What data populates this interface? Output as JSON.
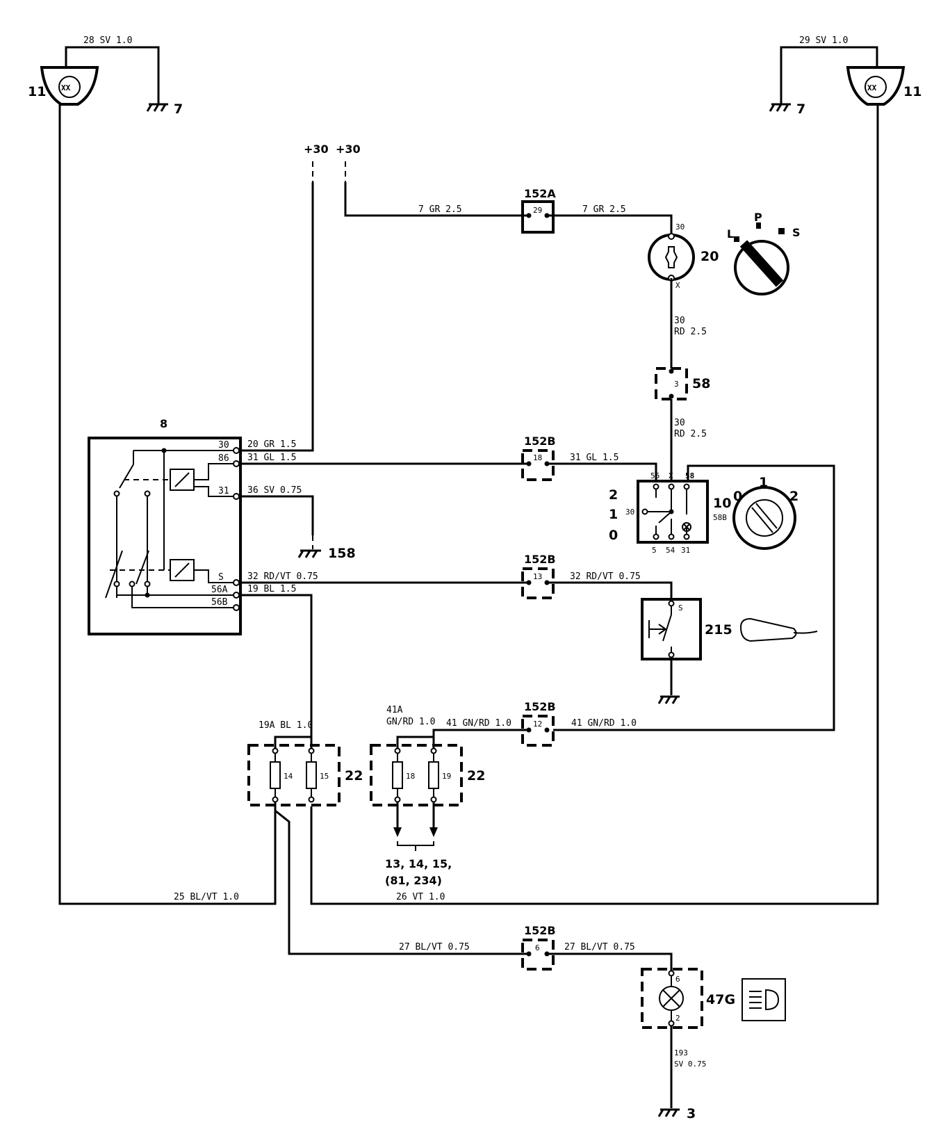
{
  "components": {
    "lamp_left": "11",
    "lamp_right": "11",
    "ground_left": "7",
    "ground_right": "7",
    "supply_a": "+30",
    "supply_b": "+30",
    "relay_unit": "8",
    "ignition_switch": "20",
    "light_switch": "10",
    "light_switch_sub": "58B",
    "flasher_switch": "215",
    "fuse_box_left": "22",
    "fuse_box_right": "22",
    "indicator_lamp": "47G",
    "ground_158": "158",
    "ground_bottom": "3",
    "connector_152A": "152A",
    "connector_152B_1": "152B",
    "connector_152B_2": "152B",
    "connector_152B_3": "152B",
    "connector_152B_4": "152B",
    "fuse_58": "58"
  },
  "wires": {
    "w28": "28  SV  1.0",
    "w29": "29  SV  1.0",
    "w7a": "7  GR  2.5",
    "w7b": "7  GR  2.5",
    "w30a_1": "30",
    "w30a_2": "RD  2.5",
    "w30b_1": "30",
    "w30b_2": "RD  2.5",
    "w20": "20  GR  1.5",
    "w31a": "31  GL  1.5",
    "w31b": "31  GL  1.5",
    "w36": "36  SV  0.75",
    "w32a": "32  RD/VT  0.75",
    "w32b": "32  RD/VT  0.75",
    "w19": "19  BL  1.5",
    "w19A": "19A  BL  1.0",
    "w41A_1": "41A",
    "w41A_2": "GN/RD  1.0",
    "w41a": "41  GN/RD  1.0",
    "w41b": "41  GN/RD  1.0",
    "w25": "25  BL/VT  1.0",
    "w26": "26  VT  1.0",
    "w27a": "27  BL/VT  0.75",
    "w27b": "27  BL/VT  0.75",
    "w193_1": "193",
    "w193_2": "SV 0.75"
  },
  "pins": {
    "relay_30": "30",
    "relay_86": "86",
    "relay_31": "31",
    "relay_S": "S",
    "relay_56A": "56A",
    "relay_56B": "56B",
    "ign_30": "30",
    "ign_X": "X",
    "c152A": "29",
    "c58": "3",
    "c18": "18",
    "c13": "13",
    "c12": "12",
    "c6": "6",
    "sw_56": "56",
    "sw_X": "X",
    "sw_58": "58",
    "sw_30": "30",
    "sw_5": "5",
    "sw_54": "54",
    "sw_31": "31",
    "pos_2": "2",
    "pos_1": "1",
    "pos_0": "0",
    "knob_0": "0",
    "knob_1": "1",
    "knob_2": "2",
    "key_L": "L",
    "key_P": "P",
    "key_S": "S",
    "flash_S": "S",
    "fuse_14": "14",
    "fuse_15": "15",
    "fuse_18": "18",
    "fuse_19": "19",
    "lamp_6": "6",
    "lamp_2": "2"
  },
  "fuse_refs_1": "13,  14,  15,",
  "fuse_refs_2": "(81,  234)"
}
